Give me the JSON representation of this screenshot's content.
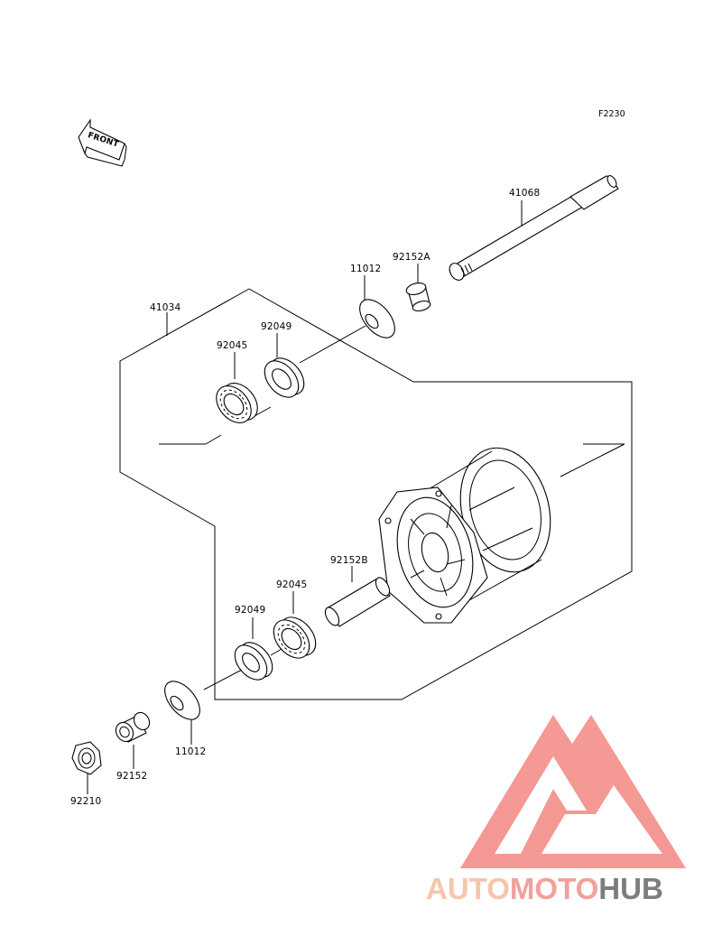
{
  "diagram": {
    "figure_code": "F2230",
    "front_marker": "FRONT",
    "parts": {
      "axle": "41068",
      "collar_a": "92152A",
      "seal_top": "11012",
      "hub": "41034",
      "oil_seal_top": "92049",
      "bearing_top": "92045",
      "collar_b": "92152B",
      "bearing_bottom": "92045",
      "oil_seal_bottom": "92049",
      "seal_bottom": "11012",
      "collar_bottom": "92152",
      "nut": "92210"
    }
  },
  "watermark": {
    "part1": "AUTO",
    "part2": "MOTO",
    "part3": "HUB",
    "colors": {
      "auto": "#f6c2a8",
      "moto": "#f19c95",
      "hub": "#777777",
      "logo": "#f3938e"
    }
  }
}
